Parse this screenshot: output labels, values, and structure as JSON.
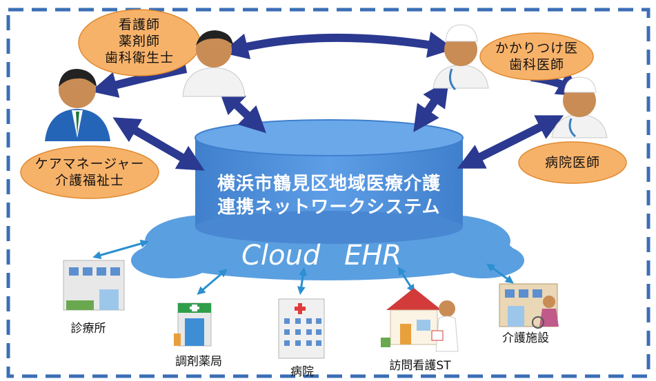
{
  "system": {
    "name_line1": "横浜市鶴見区地域医療介護",
    "name_line2": "連携ネットワークシステム",
    "cloud_label": "Cloud EHR"
  },
  "roles": {
    "nurse_group": [
      "看護師",
      "薬剤師",
      "歯科衛生士"
    ],
    "family_doctor": [
      "かかりつけ医",
      "歯科医師"
    ],
    "care_manager": [
      "ケアマネージャー",
      "介護福祉士"
    ],
    "hospital_doctor": [
      "病院医師"
    ]
  },
  "facilities": {
    "clinic": "診療所",
    "pharmacy": "調剤薬局",
    "hospital": "病院",
    "home_nursing": "訪問看護ST",
    "care_facility": "介護施設"
  },
  "colors": {
    "frame": "#3b6fb6",
    "arrow": "#2b3990",
    "bubble": "#f7b26a",
    "bubble_border": "#e0892e",
    "cylinder": "#4f8fd9",
    "cloud": "#5a9fe0"
  }
}
